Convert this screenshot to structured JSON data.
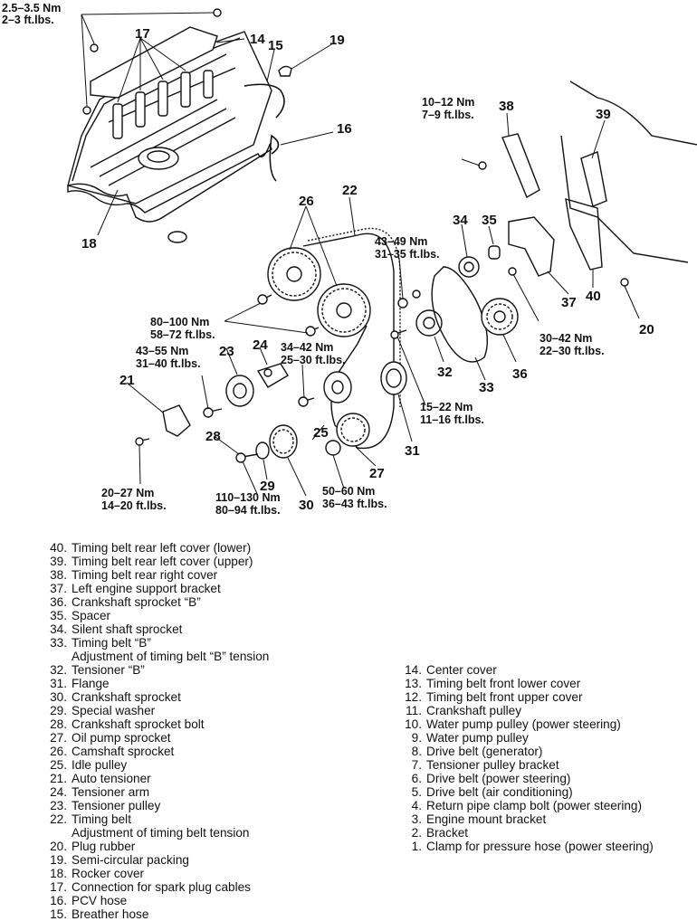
{
  "callouts": {
    "c14": "14",
    "c15": "15",
    "c16": "16",
    "c17": "17",
    "c18": "18",
    "c19": "19",
    "c20": "20",
    "c21": "21",
    "c22": "22",
    "c23": "23",
    "c24": "24",
    "c25": "25",
    "c26": "26",
    "c27": "27",
    "c28": "28",
    "c29": "29",
    "c30": "30",
    "c31": "31",
    "c32": "32",
    "c33": "33",
    "c34": "34",
    "c35": "35",
    "c36": "36",
    "c37": "37",
    "c38": "38",
    "c39": "39",
    "c40": "40"
  },
  "torques": {
    "t1_nm": "2.5–3.5  Nm",
    "t1_ft": "2–3  ft.lbs.",
    "t2_nm": "10–12  Nm",
    "t2_ft": "7–9  ft.lbs.",
    "t3_nm": "43–49  Nm",
    "t3_ft": "31–35  ft.lbs.",
    "t4_nm": "80–100  Nm",
    "t4_ft": "58–72  ft.lbs.",
    "t5_nm": "43–55  Nm",
    "t5_ft": "31–40  ft.lbs.",
    "t6_nm": "34–42  Nm",
    "t6_ft": "25–30  ft.lbs.",
    "t7_nm": "30–42  Nm",
    "t7_ft": "22–30  ft.lbs.",
    "t8_nm": "15–22  Nm",
    "t8_ft": "11–16  ft.lbs.",
    "t9_nm": "20–27  Nm",
    "t9_ft": "14–20  ft.lbs.",
    "t10_nm": "110–130  Nm",
    "t10_ft": "80–94  ft.lbs.",
    "t11_nm": "50–60  Nm",
    "t11_ft": "36–43  ft.lbs."
  },
  "legend_left": [
    {
      "n": "40.",
      "t": "Timing belt rear left cover (lower)"
    },
    {
      "n": "39.",
      "t": "Timing belt rear left cover (upper)"
    },
    {
      "n": "38.",
      "t": "Timing belt rear right cover"
    },
    {
      "n": "37.",
      "t": "Left engine support bracket"
    },
    {
      "n": "36.",
      "t": "Crankshaft sprocket “B”"
    },
    {
      "n": "35.",
      "t": "Spacer"
    },
    {
      "n": "34.",
      "t": "Silent shaft sprocket"
    },
    {
      "n": "33.",
      "t": "Timing belt “B”"
    },
    {
      "n": "",
      "t": "Adjustment of timing belt “B” tension"
    },
    {
      "n": "32.",
      "t": "Tensioner “B”"
    },
    {
      "n": "31.",
      "t": "Flange"
    },
    {
      "n": "30.",
      "t": "Crankshaft sprocket"
    },
    {
      "n": "29.",
      "t": "Special washer"
    },
    {
      "n": "28.",
      "t": "Crankshaft sprocket bolt"
    },
    {
      "n": "27.",
      "t": "Oil pump sprocket"
    },
    {
      "n": "26.",
      "t": "Camshaft sprocket"
    },
    {
      "n": "25.",
      "t": "Idle pulley"
    },
    {
      "n": "21.",
      "t": "Auto tensioner"
    },
    {
      "n": "24.",
      "t": "Tensioner arm"
    },
    {
      "n": "23.",
      "t": "Tensioner pulley"
    },
    {
      "n": "22.",
      "t": "Timing belt"
    },
    {
      "n": "",
      "t": "Adjustment of timing belt tension"
    },
    {
      "n": "20.",
      "t": "Plug rubber"
    },
    {
      "n": "19.",
      "t": "Semi-circular packing"
    },
    {
      "n": "18.",
      "t": "Rocker cover"
    },
    {
      "n": "17.",
      "t": "Connection for spark plug cables"
    },
    {
      "n": "16.",
      "t": "PCV hose"
    },
    {
      "n": "15.",
      "t": "Breather hose"
    }
  ],
  "legend_right": [
    {
      "n": "14.",
      "t": "Center cover"
    },
    {
      "n": "13.",
      "t": "Timing belt front lower cover"
    },
    {
      "n": "12.",
      "t": "Timing belt front upper cover"
    },
    {
      "n": "11.",
      "t": "Crankshaft pulley"
    },
    {
      "n": "10.",
      "t": "Water pump pulley (power steering)"
    },
    {
      "n": "9.",
      "t": "Water pump pulley"
    },
    {
      "n": "8.",
      "t": "Drive belt (generator)"
    },
    {
      "n": "7.",
      "t": "Tensioner pulley bracket"
    },
    {
      "n": "6.",
      "t": "Drive belt (power steering)"
    },
    {
      "n": "5.",
      "t": "Drive belt (air conditioning)"
    },
    {
      "n": "4.",
      "t": "Return pipe clamp bolt (power steering)"
    },
    {
      "n": "3.",
      "t": "Engine mount bracket"
    },
    {
      "n": "2.",
      "t": "Bracket"
    },
    {
      "n": "1.",
      "t": "Clamp for pressure hose (power steering)"
    }
  ]
}
